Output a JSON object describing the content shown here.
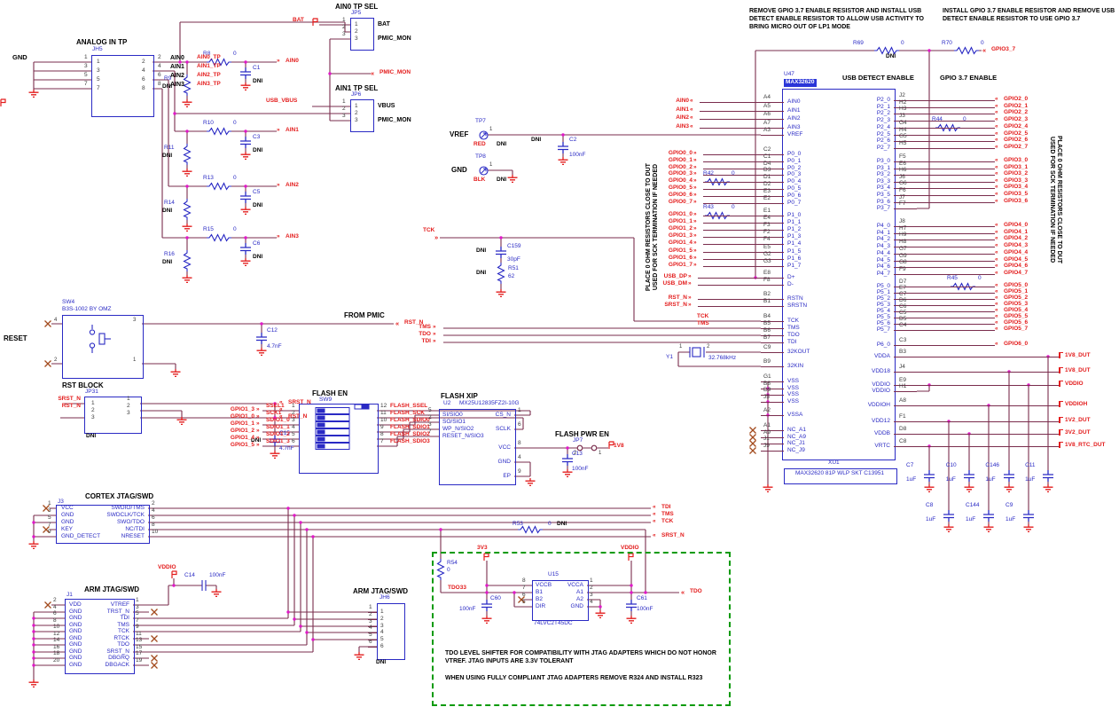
{
  "glyphs": {
    "left": "«",
    "right": "»"
  },
  "notes": {
    "tl": "REMOVE GPIO 3.7 ENABLE RESISTOR AND INSTALL USB DETECT ENABLE RESISTOR TO ALLOW USB ACTIVITY TO BRING MICRO OUT OF LP1 MODE",
    "tr": "INSTALL GPIO 3.7 ENABLE RESISTOR AND REMOVE USB DETECT ENABLE RESISTOR TO USE GPIO 3.7",
    "usb_en": "USB DETECT ENABLE",
    "gpio_en": "GPIO 3.7 ENABLE",
    "term1": "PLACE 0 OHM RESISTORS CLOSE TO DUT",
    "term2": "USED FOR SCK TERMINATION IF NEEDED",
    "lvl1": "TDO LEVEL SHIFTER FOR COMPATIBILITY WITH JTAG ADAPTERS WHICH DO NOT HONOR VTREF. JTAG INPUTS ARE 3.3V TOLERANT",
    "lvl2": "WHEN USING FULLY COMPLIANT JTAG ADAPTERS REMOVE R324 AND INSTALL R323"
  },
  "jh5": {
    "title": "ANALOG IN TP",
    "ref": "JH5",
    "gnd": "GND",
    "left": [
      {
        "n": "1"
      },
      {
        "n": "3"
      },
      {
        "n": "5"
      },
      {
        "n": "7"
      }
    ],
    "right": [
      {
        "n": "2",
        "name": "AIN0",
        "net": "AIN0_TP"
      },
      {
        "n": "4",
        "name": "AIN1",
        "net": "AIN1_TP"
      },
      {
        "n": "6",
        "name": "AIN2",
        "net": "AIN2_TP"
      },
      {
        "n": "8",
        "name": "AIN3",
        "net": "AIN3_TP"
      }
    ]
  },
  "rc": {
    "series": [
      {
        "r": "R8",
        "v": "0"
      },
      {
        "r": "R10",
        "v": "0"
      },
      {
        "r": "R13",
        "v": "0"
      },
      {
        "r": "R15",
        "v": "0"
      }
    ],
    "shunt": [
      {
        "r": "R9",
        "d": "DNI"
      },
      {
        "r": "R11",
        "d": "DNI"
      },
      {
        "r": "R14",
        "d": "DNI"
      },
      {
        "r": "R16",
        "d": "DNI"
      }
    ],
    "caps": [
      {
        "r": "C1",
        "d": "DNI"
      },
      {
        "r": "C3",
        "d": "DNI"
      },
      {
        "r": "C5",
        "d": "DNI"
      },
      {
        "r": "C6",
        "d": "DNI"
      }
    ],
    "arrows": [
      "AIN0",
      "AIN1",
      "AIN2",
      "AIN3"
    ]
  },
  "jp5": {
    "title": "AIN0 TP SEL",
    "ref": "JP5",
    "rows": [
      {
        "n": "1",
        "lbl": "BAT"
      },
      {
        "n": "2",
        "lbl": ""
      },
      {
        "n": "3",
        "lbl": "PMIC_MON"
      }
    ],
    "src": "BAT"
  },
  "jp6": {
    "title": "AIN1 TP SEL",
    "ref": "JP6",
    "rows": [
      {
        "n": "1",
        "lbl": "VBUS"
      },
      {
        "n": "2",
        "lbl": ""
      },
      {
        "n": "3",
        "lbl": "PMIC_MON"
      }
    ],
    "src": "USB_VBUS"
  },
  "pmic": {
    "net": "PMIC_MON"
  },
  "sw4": {
    "ref": "SW4",
    "part": "B3S-1002 BY OMZ",
    "label": "RESET",
    "p4": "4",
    "p2": "2",
    "p3": "3",
    "p1": "1",
    "cap": "C12",
    "capv": "4.7nF",
    "out": "FROM PMIC",
    "net": "RST_N"
  },
  "rstblk": {
    "title": "RST BLOCK",
    "ref": "JP31",
    "dni": "DNI",
    "cap": "C15",
    "capv": "4.7nF",
    "capdni": "DNI",
    "rows": [
      {
        "n": "1",
        "l": "SRST_N",
        "a": "SRST_N"
      },
      {
        "n": "2",
        "l": "RST_N",
        "a": ""
      },
      {
        "n": "3",
        "l": "",
        "a": "RST_N"
      }
    ]
  },
  "sw9": {
    "title": "FLASH EN",
    "ref": "SW9",
    "rows": [
      {
        "g": "GPIO1_3",
        "s": "SSEL1",
        "lp": "1",
        "rp": "12",
        "f": "FLASH_SSEL"
      },
      {
        "g": "GPIO1_0",
        "s": "SCK1",
        "lp": "2",
        "rp": "11",
        "f": "FLASH_SCK"
      },
      {
        "g": "GPIO1_1",
        "s": "SDIO1_0",
        "lp": "3",
        "rp": "10",
        "f": "FLASH_SDIO0"
      },
      {
        "g": "GPIO1_2",
        "s": "SDIO1_1",
        "lp": "4",
        "rp": "9",
        "f": "FLASH_SDIO1"
      },
      {
        "g": "GPIO1_4",
        "s": "SDIO1_2",
        "lp": "5",
        "rp": "8",
        "f": "FLASH_SDIO2"
      },
      {
        "g": "GPIO1_5",
        "s": "SDIO1_3",
        "lp": "6",
        "rp": "7",
        "f": "FLASH_SDIO3"
      }
    ]
  },
  "u2": {
    "title": "FLASH XIP",
    "ref": "U2",
    "part": "MX25U12835FZ2I-10G",
    "left": [
      {
        "p": "5",
        "n": "SI/SIO0"
      },
      {
        "p": "2",
        "n": "SO/SIO1"
      },
      {
        "p": "3",
        "n": "WP_N/SIO2"
      },
      {
        "p": "7",
        "n": "RESET_N/SIO3"
      }
    ],
    "right": [
      {
        "p": "1",
        "n": "CS_N"
      },
      {
        "p": "6",
        "n": "SCLK"
      },
      {
        "p": "8",
        "n": "VCC"
      },
      {
        "p": "4",
        "n": "GND"
      },
      {
        "p": "9",
        "n": "EP"
      }
    ]
  },
  "jp7": {
    "title": "FLASH PWR EN",
    "ref": "JP7",
    "p2": "2",
    "p1": "1",
    "net": "1V8",
    "cap": "C13",
    "capv": "100nF"
  },
  "tp7": {
    "ref": "TP7",
    "name": "VREF",
    "color": "RED",
    "dni": "DNI",
    "pin": "1"
  },
  "tp8": {
    "ref": "TP8",
    "name": "GND",
    "color": "BLK",
    "dni": "DNI",
    "pin": "1"
  },
  "c2": {
    "ref": "C2",
    "v": "100nF",
    "dni": "DNI"
  },
  "tck": {
    "net": "TCK",
    "cref": "C159",
    "cv": "30pF",
    "cdni": "DNI",
    "rref": "R51",
    "rv": "62",
    "rdni": "DNI"
  },
  "jtag_src": [
    "TMS",
    "TDO",
    "TDI"
  ],
  "jtag_chip": {
    "tck": "TCK",
    "tms": "TMS"
  },
  "y1": {
    "ref": "Y1",
    "freq": "32.768kHz",
    "p1": "1",
    "p2": "2"
  },
  "j3": {
    "title": "CORTEX JTAG/SWD",
    "ref": "J3",
    "left": [
      {
        "p": "1",
        "n": "VCC"
      },
      {
        "p": "3",
        "n": "GND"
      },
      {
        "p": "5",
        "n": "GND"
      },
      {
        "p": "7",
        "n": "KEY"
      },
      {
        "p": "9",
        "n": "GND_DETECT"
      }
    ],
    "right": [
      {
        "p": "2",
        "n": "SWDIO/TMS"
      },
      {
        "p": "4",
        "n": "SWDCLK/TCK"
      },
      {
        "p": "6",
        "n": "SWO/TDO"
      },
      {
        "p": "8",
        "n": "NC/TDI"
      },
      {
        "p": "10",
        "n": "NRESET"
      }
    ]
  },
  "j3dst": [
    "TDI",
    "TMS",
    "TCK",
    "SRST_N"
  ],
  "r53": {
    "ref": "R53",
    "v": "0",
    "dni": "DNI"
  },
  "j1": {
    "title": "ARM JTAG/SWD",
    "ref": "J1",
    "left": [
      {
        "p": "2",
        "n": "VDD"
      },
      {
        "p": "4",
        "n": "GND"
      },
      {
        "p": "6",
        "n": "GND"
      },
      {
        "p": "8",
        "n": "GND"
      },
      {
        "p": "10",
        "n": "GND"
      },
      {
        "p": "12",
        "n": "GND"
      },
      {
        "p": "14",
        "n": "GND"
      },
      {
        "p": "16",
        "n": "GND"
      },
      {
        "p": "18",
        "n": "GND"
      },
      {
        "p": "20",
        "n": "GND"
      }
    ],
    "right": [
      {
        "p": "1",
        "n": "VTREF"
      },
      {
        "p": "3",
        "n": "TRST_N"
      },
      {
        "p": "5",
        "n": "TDI"
      },
      {
        "p": "7",
        "n": "TMS"
      },
      {
        "p": "9",
        "n": "TCK"
      },
      {
        "p": "11",
        "n": "RTCK"
      },
      {
        "p": "13",
        "n": "TDO"
      },
      {
        "p": "15",
        "n": "SRST_N"
      },
      {
        "p": "17",
        "n": "DBGRQ"
      },
      {
        "p": "19",
        "n": "DBGACK"
      }
    ]
  },
  "c14": {
    "ref": "C14",
    "v": "100nF",
    "rail": "VDDIO"
  },
  "jh6": {
    "title": "ARM JTAG/SWD",
    "ref": "JH6",
    "dni": "DNI",
    "rows": [
      {
        "n": "1"
      },
      {
        "n": "2"
      },
      {
        "n": "3"
      },
      {
        "n": "4"
      },
      {
        "n": "5"
      },
      {
        "n": "6"
      }
    ]
  },
  "lvl": {
    "r54": "R54",
    "r54v": "0",
    "rail3": "3V3",
    "net": "TDO33",
    "u15": "U15",
    "part": "74LVC2T45DC",
    "left": [
      {
        "p": "8",
        "n": "VCCB"
      },
      {
        "p": "7",
        "n": "B1"
      },
      {
        "p": "6",
        "n": "B2"
      },
      {
        "p": "5",
        "n": "DIR"
      }
    ],
    "right": [
      {
        "p": "1",
        "n": "VCCA"
      },
      {
        "p": "2",
        "n": "A1"
      },
      {
        "p": "3",
        "n": "A2"
      },
      {
        "p": "4",
        "n": "GND"
      }
    ],
    "c60": "C60",
    "c60v": "100nF",
    "c61": "C61",
    "c61v": "100nF",
    "railv": "VDDIO",
    "out": "TDO"
  },
  "r69": {
    "ref": "R69",
    "v": "0",
    "dni": "DNI"
  },
  "r70": {
    "ref": "R70",
    "v": "0",
    "net": "GPIO3_7"
  },
  "u47": {
    "ref": "U47",
    "part": "MAX32620",
    "ain": [
      {
        "p": "A4",
        "n": "AIN0"
      },
      {
        "p": "A5",
        "n": "AIN1"
      },
      {
        "p": "A6",
        "n": "AIN2"
      },
      {
        "p": "A7",
        "n": "AIN3"
      }
    ],
    "vref": [
      {
        "p": "A3",
        "n": "VREF"
      }
    ],
    "p0": [
      {
        "p": "C2",
        "n": "P0_0"
      },
      {
        "p": "C1",
        "n": "P0_1"
      },
      {
        "p": "D4",
        "n": "P0_2"
      },
      {
        "p": "D3",
        "n": "P0_3"
      },
      {
        "p": "D1",
        "n": "P0_4"
      },
      {
        "p": "D2",
        "n": "P0_5"
      },
      {
        "p": "E3",
        "n": "P0_6"
      },
      {
        "p": "E2",
        "n": "P0_7"
      }
    ],
    "p1": [
      {
        "p": "E1",
        "n": "P1_0"
      },
      {
        "p": "E4",
        "n": "P1_1"
      },
      {
        "p": "F3",
        "n": "P1_2"
      },
      {
        "p": "F2",
        "n": "P1_3"
      },
      {
        "p": "F4",
        "n": "P1_4"
      },
      {
        "p": "E5",
        "n": "P1_5"
      },
      {
        "p": "G2",
        "n": "P1_6"
      },
      {
        "p": "G3",
        "n": "P1_7"
      }
    ],
    "usb": [
      {
        "p": "E8",
        "n": "D+"
      },
      {
        "p": "F8",
        "n": "D-"
      }
    ],
    "rst": [
      {
        "p": "B2",
        "n": "RSTN"
      },
      {
        "p": "B1",
        "n": "SRSTN"
      }
    ],
    "jtag": [
      {
        "p": "B4",
        "n": "TCK"
      },
      {
        "p": "B5",
        "n": "TMS"
      },
      {
        "p": "B6",
        "n": "TDO"
      },
      {
        "p": "B7",
        "n": "TDI"
      }
    ],
    "k32o": [
      {
        "p": "C9",
        "n": "32KOUT"
      }
    ],
    "k32i": [
      {
        "p": "B9",
        "n": "32KIN"
      }
    ],
    "vss": [
      {
        "p": "G1",
        "n": "VSS"
      },
      {
        "p": "B8",
        "n": "VSS"
      },
      {
        "p": "D9",
        "n": "VSS"
      },
      {
        "p": "J5",
        "n": "VSS"
      }
    ],
    "vssa": [
      {
        "p": "A2",
        "n": "VSSA"
      }
    ],
    "nc": [
      {
        "p": "A1",
        "n": "NC_A1"
      },
      {
        "p": "A9",
        "n": "NC_A9"
      },
      {
        "p": "J1",
        "n": "NC_J1"
      },
      {
        "p": "J9",
        "n": "NC_J9"
      }
    ],
    "p2": [
      {
        "p": "J2",
        "n": "P2_0"
      },
      {
        "p": "H2",
        "n": "P2_1"
      },
      {
        "p": "H3",
        "n": "P2_2"
      },
      {
        "p": "J3",
        "n": "P2_3"
      },
      {
        "p": "G4",
        "n": "P2_4"
      },
      {
        "p": "H4",
        "n": "P2_5"
      },
      {
        "p": "G5",
        "n": "P2_6"
      },
      {
        "p": "H5",
        "n": "P2_7"
      }
    ],
    "p3": [
      {
        "p": "F5",
        "n": "P3_0"
      },
      {
        "p": "E6",
        "n": "P3_1"
      },
      {
        "p": "H6",
        "n": "P3_2"
      },
      {
        "p": "J6",
        "n": "P3_3"
      },
      {
        "p": "G6",
        "n": "P3_4"
      },
      {
        "p": "F6",
        "n": "P3_5"
      },
      {
        "p": "J7",
        "n": "P3_6"
      },
      {
        "p": "F7",
        "n": "P3_7"
      }
    ],
    "p4": [
      {
        "p": "J8",
        "n": "P4_0"
      },
      {
        "p": "H7",
        "n": "P4_1"
      },
      {
        "p": "H9",
        "n": "P4_2"
      },
      {
        "p": "H8",
        "n": "P4_3"
      },
      {
        "p": "G7",
        "n": "P4_4"
      },
      {
        "p": "G9",
        "n": "P4_5"
      },
      {
        "p": "G8",
        "n": "P4_6"
      },
      {
        "p": "F9",
        "n": "P4_7"
      }
    ],
    "p5": [
      {
        "p": "D7",
        "n": "P5_0"
      },
      {
        "p": "E7",
        "n": "P5_1"
      },
      {
        "p": "C7",
        "n": "P5_2"
      },
      {
        "p": "D6",
        "n": "P5_3"
      },
      {
        "p": "C6",
        "n": "P5_4"
      },
      {
        "p": "C5",
        "n": "P5_5"
      },
      {
        "p": "D5",
        "n": "P5_6"
      },
      {
        "p": "C4",
        "n": "P5_7"
      }
    ],
    "p6": [
      {
        "p": "C3",
        "n": "P6_0"
      }
    ],
    "pwr": [
      {
        "p": "B3",
        "n": "VDDA"
      },
      {
        "p": "J4",
        "n": "VDD18"
      },
      {
        "p": "E9",
        "n": "VDDIO"
      },
      {
        "p": "H1",
        "n": "VDDIO"
      },
      {
        "p": "A8",
        "n": "VDDIOH"
      },
      {
        "p": "F1",
        "n": "VDD12"
      },
      {
        "p": "D8",
        "n": "VDDB"
      },
      {
        "p": "C8",
        "n": "VRTC"
      }
    ]
  },
  "xu1": {
    "ref": "XU1",
    "part": "MAX32620 81P WLP SKT C13951"
  },
  "arrows": {
    "ain": [
      "AIN0",
      "AIN1",
      "AIN2",
      "AIN3"
    ],
    "gpio0": [
      "GPIO0_0",
      "GPIO0_1",
      "GPIO0_2",
      "GPIO0_3",
      "GPIO0_4",
      "GPIO0_5",
      "GPIO0_6",
      "GPIO0_7"
    ],
    "gpio1": [
      "GPIO1_0",
      "GPIO1_1",
      "GPIO1_2",
      "GPIO1_3",
      "GPIO1_4",
      "GPIO1_5",
      "GPIO1_6",
      "GPIO1_7"
    ],
    "usb": [
      "USB_DP",
      "USB_DM"
    ],
    "rst": [
      "RST_N",
      "SRST_N"
    ],
    "gpio2": [
      "GPIO2_0",
      "GPIO2_1",
      "GPIO2_2",
      "GPIO2_3",
      "GPIO2_4",
      "GPIO2_5",
      "GPIO2_6",
      "GPIO2_7"
    ],
    "gpio3": [
      "GPIO3_0",
      "GPIO3_1",
      "GPIO3_2",
      "GPIO3_3",
      "GPIO3_4",
      "GPIO3_5",
      "GPIO3_6"
    ],
    "gpio4": [
      "GPIO4_0",
      "GPIO4_1",
      "GPIO4_2",
      "GPIO4_3",
      "GPIO4_4",
      "GPIO4_5",
      "GPIO4_6",
      "GPIO4_7"
    ],
    "gpio5": [
      "GPIO5_0",
      "GPIO5_1",
      "GPIO5_2",
      "GPIO5_3",
      "GPIO5_4",
      "GPIO5_5",
      "GPIO5_6",
      "GPIO5_7"
    ],
    "gpio6": [
      "GPIO6_0"
    ]
  },
  "pwr_flags": [
    "1V8_DUT",
    "1V8_DUT",
    "VDDIO",
    "VDDIOH",
    "1V2_DUT",
    "3V2_DUT",
    "1V8_RTC_DUT"
  ],
  "caps1": [
    {
      "r": "C7",
      "v": "1uF"
    },
    {
      "r": "C10",
      "v": "1uF"
    },
    {
      "r": "C146",
      "v": "1uF"
    },
    {
      "r": "C11",
      "v": "1uF"
    }
  ],
  "caps2": [
    {
      "r": "C8",
      "v": "1uF"
    },
    {
      "r": "C144",
      "v": "1uF"
    },
    {
      "r": "C9",
      "v": "1uF"
    }
  ],
  "r4x": [
    {
      "r": "R42",
      "v": "0"
    },
    {
      "r": "R43",
      "v": "0"
    }
  ],
  "r44": {
    "ref": "R44",
    "v": "0"
  },
  "r45": {
    "ref": "R45",
    "v": "0"
  }
}
